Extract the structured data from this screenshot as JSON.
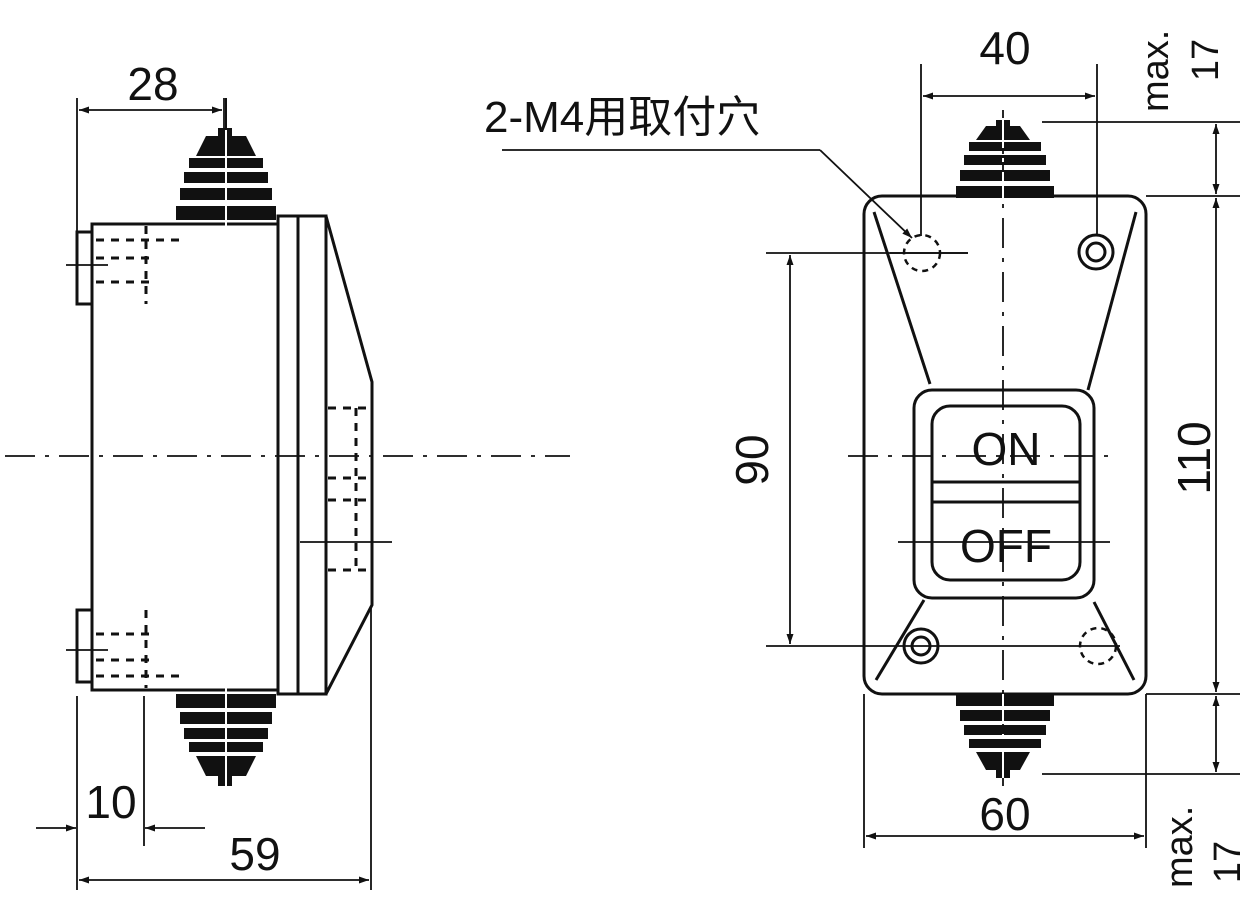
{
  "side_view": {
    "dims": {
      "top_width": "28",
      "bottom_offset": "10",
      "total_depth": "59"
    }
  },
  "front_view": {
    "callout_label": "2-M4用取付穴",
    "switch_on": "ON",
    "switch_off": "OFF",
    "dims": {
      "top_width": "40",
      "bottom_width": "60",
      "hole_pitch": "90",
      "height": "110",
      "top_max_prefix": "max.",
      "top_max_value": "17",
      "bottom_max_prefix": "max.",
      "bottom_max_value": "17"
    }
  }
}
